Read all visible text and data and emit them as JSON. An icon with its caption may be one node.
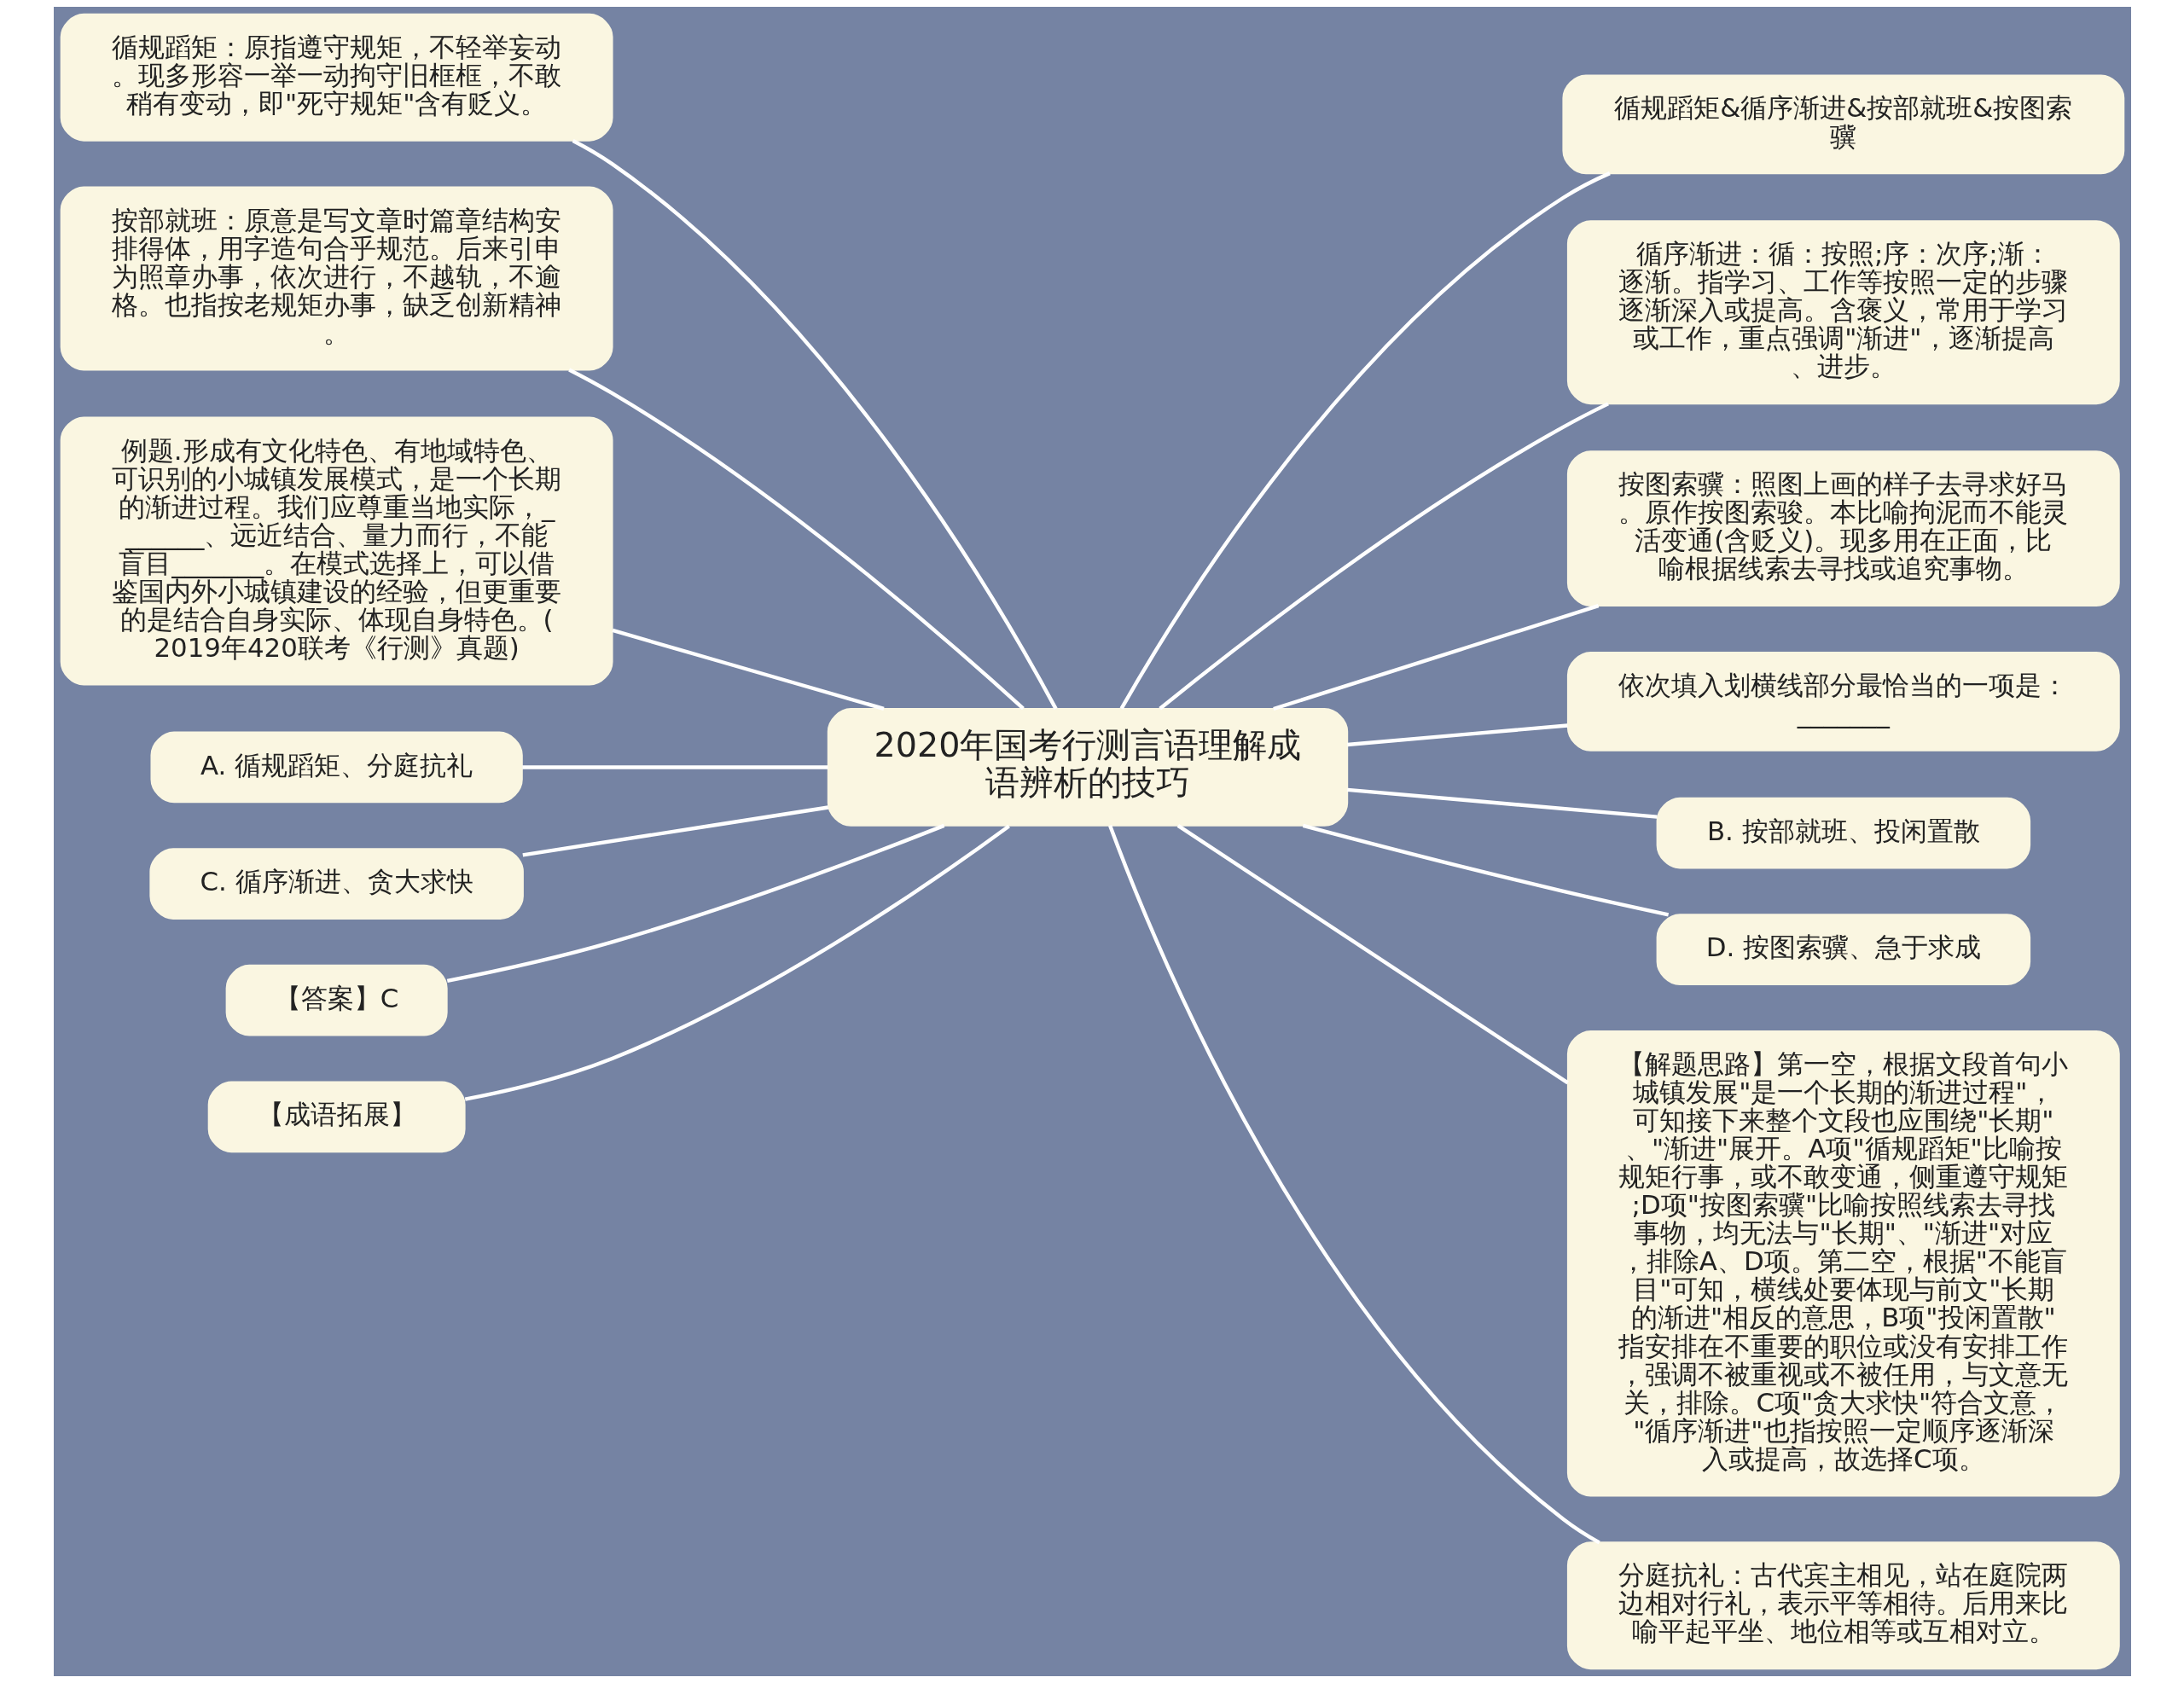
{
  "diagram": {
    "nodes": [
      {
        "text": [
          "2020年国考行测言语理解成语辨析的技巧"
        ]
      },
      {
        "text": [
          "循规蹈矩&循序渐进&按部就班&按图索骥"
        ]
      },
      {
        "text": [
          "循序渐进：循：按照;序：次序;渐：逐渐。指学习、工作等按照一定的步骤逐渐深入或提高。含褒义，常用于学习或工作，重点强调\"渐进\"，逐渐提高、进步。"
        ]
      },
      {
        "text": [
          "按图索骥：照图上画的样子去寻求好马。原作按图索骏。本比喻拘泥而不能灵活变通(含贬义)。现多用在正面，比喻根据线索去寻找或追究事物。"
        ]
      },
      {
        "text": [
          "依次填入划横线部分最恰当的一项是：_______"
        ]
      },
      {
        "text": [
          "B. 按部就班、投闲置散"
        ]
      },
      {
        "text": [
          "D. 按图索骥、急于求成"
        ]
      },
      {
        "text": [
          "【解题思路】第一空，根据文段首句小城镇发展\"是一个长期的渐进过程\"，可知接下来整个文段也应围绕\"长期\"、\"渐进\"展开。A项\"循规蹈矩\"比喻按规矩行事，或不敢变通，侧重遵守规矩;D项\"按图索骥\"比喻按照线索去寻找事物，均无法与\"长期\"、\"渐进\"对应，排除A、D项。第二空，根据\"不能盲目\"可知，横线处要体现与前文\"长期的渐进\"相反的意思，B项\"投闲置散\"指安排在不重要的职位或没有安排工作，强调不被重视或不被任用，与文意无关，排除。C项\"贪大求快\"符合文意，\"循序渐进\"也指按照一定顺序逐渐深入或提高，故选择C项。"
        ]
      },
      {
        "text": [
          "分庭抗礼：古代宾主相见，站在庭院两边相对行礼，表示平等相待。后用来比喻平起平坐、地位相等或互相对立。"
        ]
      },
      {
        "text": [
          "循规蹈矩：原指遵守规矩，不轻举妄动。现多形容一举一动拘守旧框框，不敢稍有变动，即\"死守规矩\"含有贬义。"
        ]
      },
      {
        "text": [
          "按部就班：原意是写文章时篇章结构安排得体，用字造句合乎规范。后来引申为照章办事，依次进行，不越轨，不逾格。也指按老规矩办事，缺乏创新精神。"
        ]
      },
      {
        "text": [
          "例题.形成有文化特色、有地域特色、可识别的小城镇发展模式，是一个长期的渐进过程。我们应尊重当地实际，_______、远近结合、量力而行，不能盲目_______。在模式选择上，可以借鉴国内外小城镇建设的经验，但更重要的是结合自身实际、体现自身特色。(2019年420联考《行测》真题)"
        ]
      },
      {
        "text": [
          "A. 循规蹈矩、分庭抗礼"
        ]
      },
      {
        "text": [
          "C. 循序渐进、贪大求快"
        ]
      },
      {
        "text": [
          "【答案】C"
        ]
      },
      {
        "text": [
          "【成语拓展】"
        ]
      }
    ],
    "edges": [
      {
        "from": 0,
        "to": 1,
        "arrow": "none"
      },
      {
        "from": 0,
        "to": 2,
        "arrow": "none"
      },
      {
        "from": 0,
        "to": 3,
        "arrow": "none"
      },
      {
        "from": 0,
        "to": 4,
        "arrow": "none"
      },
      {
        "from": 0,
        "to": 5,
        "arrow": "none"
      },
      {
        "from": 0,
        "to": 6,
        "arrow": "none"
      },
      {
        "from": 0,
        "to": 7,
        "arrow": "none"
      },
      {
        "from": 0,
        "to": 8,
        "arrow": "none"
      },
      {
        "from": 0,
        "to": 9,
        "arrow": "none"
      },
      {
        "from": 0,
        "to": 10,
        "arrow": "none"
      },
      {
        "from": 0,
        "to": 11,
        "arrow": "none"
      },
      {
        "from": 0,
        "to": 12,
        "arrow": "none"
      },
      {
        "from": 0,
        "to": 13,
        "arrow": "none"
      },
      {
        "from": 0,
        "to": 14,
        "arrow": "none"
      },
      {
        "from": 0,
        "to": 15,
        "arrow": "none"
      }
    ]
  }
}
